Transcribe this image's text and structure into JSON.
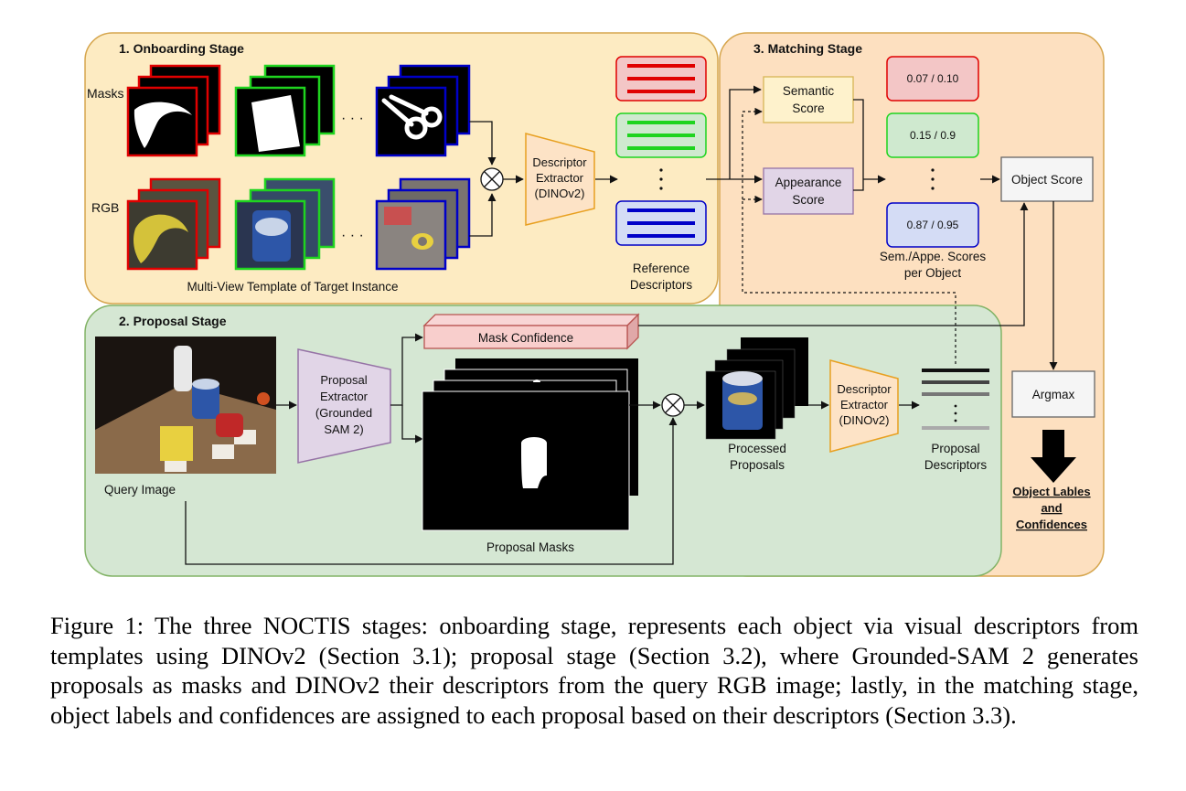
{
  "stages": {
    "onboarding": {
      "title": "1. Onboarding Stage"
    },
    "proposal": {
      "title": "2. Proposal Stage"
    },
    "matching": {
      "title": "3. Matching Stage"
    }
  },
  "onboarding": {
    "masks_label": "Masks",
    "rgb_label": "RGB",
    "ellipsis": "· · ·",
    "template_caption": "Multi-View Template of Target Instance",
    "descriptor_extractor": [
      "Descriptor",
      "Extractor",
      "(DINOv2)"
    ],
    "reference_descriptors": [
      "Reference",
      "Descriptors"
    ],
    "vertical_dots": "·\n·\n·"
  },
  "matching": {
    "semantic_score": [
      "Semantic",
      "Score"
    ],
    "appearance_score": [
      "Appearance",
      "Score"
    ],
    "score_boxes": [
      "0.07 / 0.10",
      "0.15 / 0.9",
      "0.87 / 0.95"
    ],
    "scores_caption": [
      "Sem./Appe. Scores",
      "per Object"
    ],
    "object_score": "Object Score",
    "argmax": "Argmax",
    "output": [
      "Object Lables",
      "and",
      "Confidences"
    ]
  },
  "proposal": {
    "query_image": "Query Image",
    "proposal_extractor": [
      "Proposal",
      "Extractor",
      "(Grounded",
      "SAM 2)"
    ],
    "mask_confidence": "Mask Confidence",
    "proposal_masks": "Proposal Masks",
    "processed_proposals": [
      "Processed",
      "Proposals"
    ],
    "descriptor_extractor": [
      "Descriptor",
      "Extractor",
      "(DINOv2)"
    ],
    "proposal_descriptors": [
      "Proposal",
      "Descriptors"
    ]
  },
  "colors": {
    "onboarding_bg": "#fdebc2",
    "matching_bg": "#fde0c0",
    "proposal_bg": "#d5e7d3",
    "red": "#e00000",
    "green": "#1fd41f",
    "blue": "#0000c8"
  },
  "caption": "Figure 1: The three NOCTIS stages: onboarding stage, represents each object via visual descriptors from templates using DINOv2 (Section 3.1); proposal stage (Section 3.2), where Grounded-SAM 2 generates proposals as masks and DINOv2 their descriptors from the query RGB image; lastly, in the matching stage, object labels and confidences are assigned to each proposal based on their descriptors (Section 3.3)."
}
